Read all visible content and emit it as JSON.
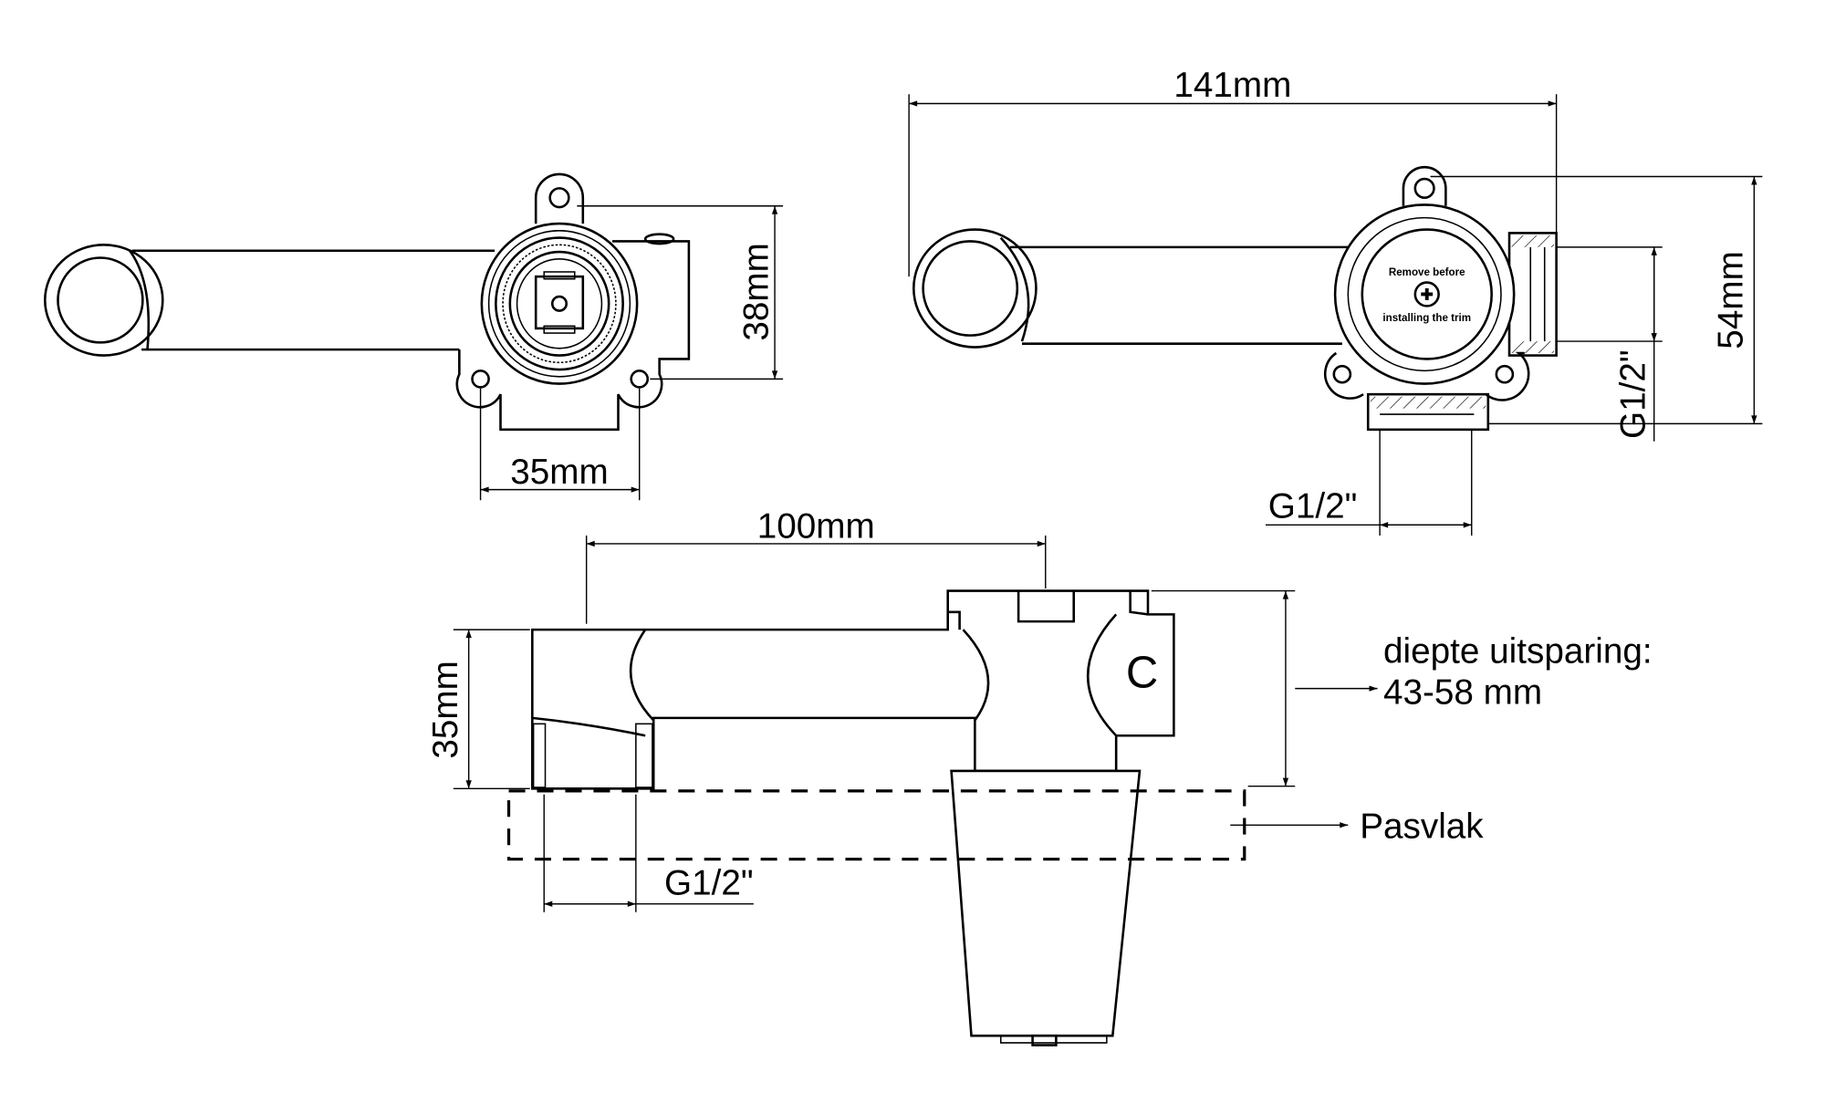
{
  "front_view": {
    "dim_height": "38mm",
    "dim_width": "35mm"
  },
  "rear_view": {
    "dim_length": "141mm",
    "dim_height": "54mm",
    "dim_side_thread": "G1/2\"",
    "dim_bottom_thread": "G1/2\"",
    "cap_text_line1": "Remove before",
    "cap_text_line2": "installing the trim"
  },
  "side_view": {
    "dim_length": "100mm",
    "dim_height": "35mm",
    "dim_thread": "G1/2\"",
    "body_mark": "C",
    "depth_label": "diepte uitsparing:",
    "depth_value": "43-58 mm",
    "surface_label": "Pasvlak"
  }
}
